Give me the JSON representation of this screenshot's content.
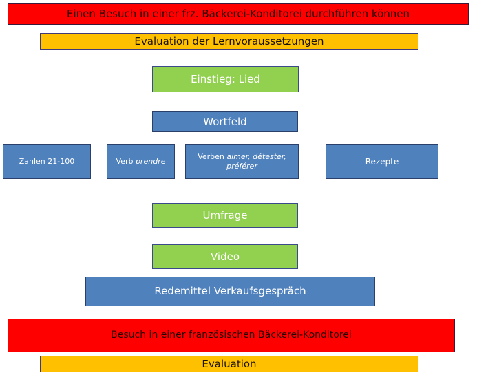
{
  "title": "Einen Besuch in einer frz. Bäckerei-Konditorei durchführen können",
  "evaluation_prereq": "Evaluation der Lernvoraussetzungen",
  "einstieg": "Einstieg: Lied",
  "wortfeld": "Wortfeld",
  "sub": {
    "zahlen": "Zahlen 21-100",
    "verb_prefix": "Verb",
    "verb_word": "prendre",
    "verben_prefix": "Verben",
    "verben_words": "aimer, détester, préférer",
    "rezepte": "Rezepte"
  },
  "umfrage": "Umfrage",
  "video": "Video",
  "redemittel": "Redemittel Verkaufsgespräch",
  "besuch": "Besuch in einer französischen Bäckerei-Konditorei",
  "evaluation": "Evaluation",
  "colors": {
    "red": "#ff0000",
    "orange": "#ffc000",
    "green": "#92d050",
    "blue": "#4f81bd"
  }
}
